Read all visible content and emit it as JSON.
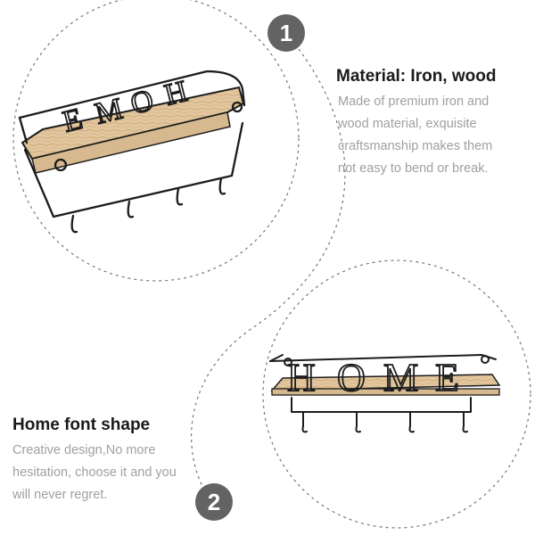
{
  "features": [
    {
      "number": "1",
      "title": "Material: Iron, wood",
      "description_lines": [
        "Made of premium iron and",
        "wood material, exquisite",
        "craftsmanship makes them",
        "not easy to bend or break."
      ]
    },
    {
      "number": "2",
      "title": "Home font shape",
      "description_lines": [
        "Creative design,No more",
        "hesitation, choose it and you",
        "will never regret."
      ]
    }
  ],
  "product": {
    "letters": [
      "H",
      "O",
      "M",
      "E"
    ]
  },
  "colors": {
    "badge": "#636363",
    "title": "#1a1a1a",
    "description": "#a0a0a0",
    "wire": "#1c1c1c",
    "wood": "#e2c69e",
    "wood_grain": "#c9a574",
    "dashed_line": "#777777"
  }
}
